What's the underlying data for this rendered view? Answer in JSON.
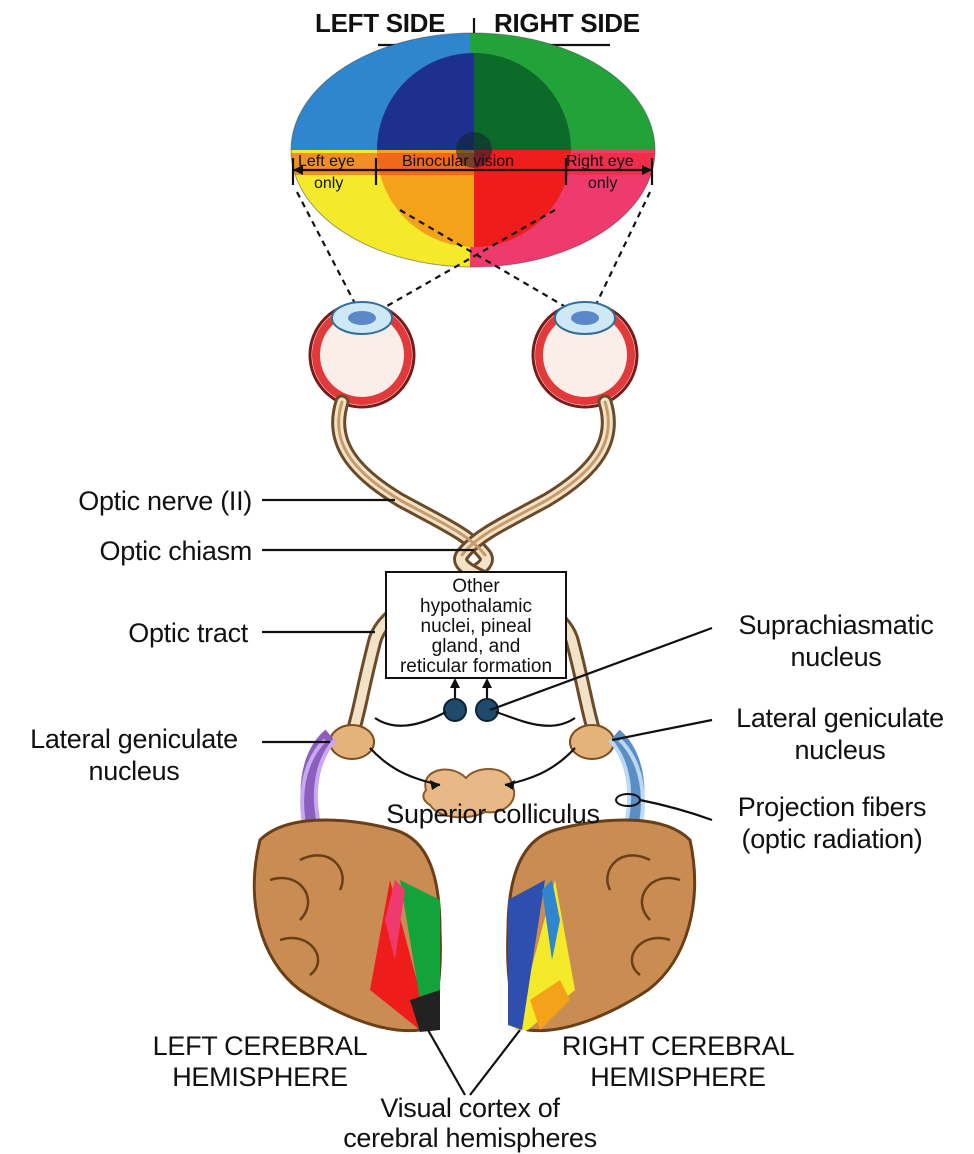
{
  "header": {
    "left_side": "LEFT SIDE",
    "right_side": "RIGHT SIDE"
  },
  "visual_field": {
    "left_eye_only_line1": "Left eye",
    "left_eye_only_line2": "only",
    "binocular": "Binocular vision",
    "right_eye_only_line1": "Right eye",
    "right_eye_only_line2": "only",
    "colors": {
      "left_upper": "#2f86cf",
      "left_lower": "#f4ea2a",
      "center_upper_left": "#1d2f8f",
      "center_upper_right": "#0d6b2a",
      "center_lower_left": "#f4a21a",
      "center_lower_right": "#ef1c1c",
      "right_upper": "#22a33a",
      "right_lower": "#ef3a6e"
    }
  },
  "box": {
    "line1": "Other",
    "line2": "hypothalamic",
    "line3": "nuclei, pineal",
    "line4": "gland, and",
    "line5": "reticular formation"
  },
  "labels": {
    "optic_nerve": "Optic nerve (II)",
    "optic_chiasm": "Optic chiasm",
    "optic_tract": "Optic tract",
    "lgn_left_line1": "Lateral geniculate",
    "lgn_left_line2": "nucleus",
    "supra_line1": "Suprachiasmatic",
    "supra_line2": "nucleus",
    "lgn_right_line1": "Lateral geniculate",
    "lgn_right_line2": "nucleus",
    "superior_colliculus": "Superior colliculus",
    "projection_line1": "Projection fibers",
    "projection_line2": "(optic radiation)",
    "left_hemi_line1": "LEFT CEREBRAL",
    "left_hemi_line2": "HEMISPHERE",
    "right_hemi_line1": "RIGHT CEREBRAL",
    "right_hemi_line2": "HEMISPHERE",
    "visual_cortex_line1": "Visual cortex of",
    "visual_cortex_line2": "cerebral hemispheres"
  }
}
